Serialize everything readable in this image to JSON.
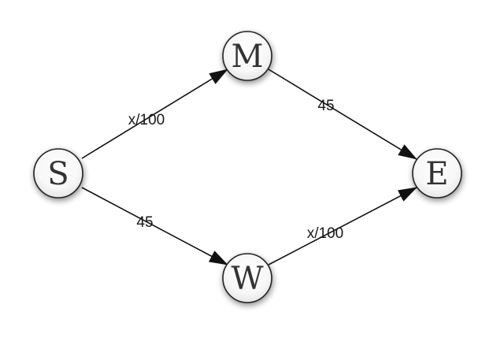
{
  "nodes": {
    "s": {
      "label": "S"
    },
    "m": {
      "label": "M"
    },
    "w": {
      "label": "W"
    },
    "e": {
      "label": "E"
    }
  },
  "edges": {
    "s_m": {
      "from": "S",
      "to": "M",
      "label": "x/100"
    },
    "m_e": {
      "from": "M",
      "to": "E",
      "label": "45"
    },
    "s_w": {
      "from": "S",
      "to": "W",
      "label": "45"
    },
    "w_e": {
      "from": "W",
      "to": "E",
      "label": "x/100"
    }
  }
}
